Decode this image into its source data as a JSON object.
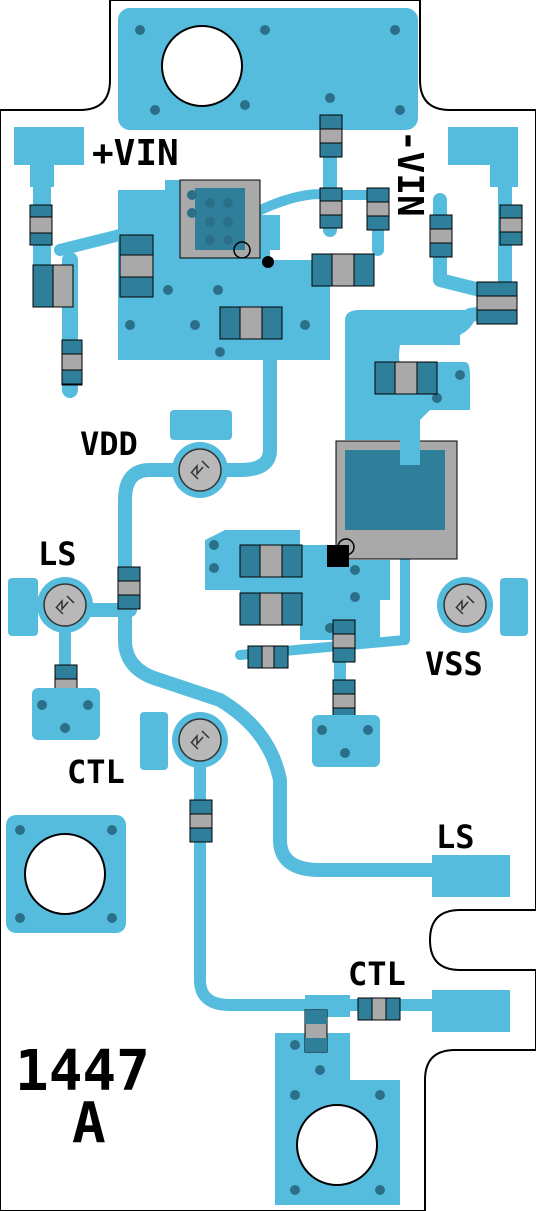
{
  "board": {
    "id_number": "1447",
    "id_revision": "A",
    "colors": {
      "board": "#ffffff",
      "outline": "#000000",
      "copper": "#56bcdd",
      "component_body": "#2f7f9a",
      "component_pad": "#a9a9a9",
      "via": "#2b6f88",
      "mount_hole": "#ffffff"
    }
  },
  "labels": {
    "vin_pos": "+VIN",
    "vin_neg": "-VIN",
    "vdd": "VDD",
    "ls_left": "LS",
    "vss": "VSS",
    "ctl_left": "CTL",
    "ls_right": "LS",
    "ctl_right": "CTL"
  },
  "test_points": [
    {
      "name": "VDD",
      "icon": "test-point-icon"
    },
    {
      "name": "LS",
      "icon": "test-point-icon"
    },
    {
      "name": "VSS",
      "icon": "test-point-icon"
    },
    {
      "name": "CTL",
      "icon": "test-point-icon"
    }
  ]
}
